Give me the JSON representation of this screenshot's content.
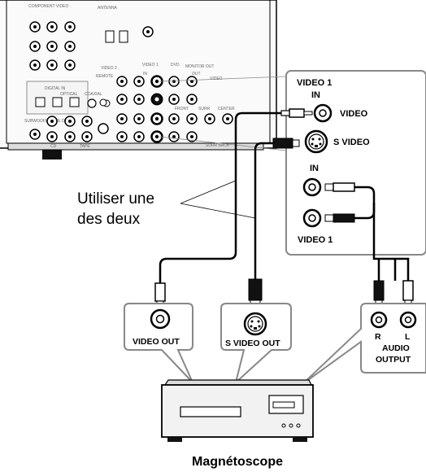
{
  "receiver": {
    "labels": {
      "component_video": "COMPONENT VIDEO",
      "antenna": "ANTENNA",
      "digital_in": "DIGITAL IN",
      "optical": "OPTICAL",
      "coaxial": "COAXIAL",
      "subwoofer": "SUBWOOFER PRE OUT",
      "cd": "CD",
      "tape": "TAPE",
      "video2": "VIDEO 2",
      "video1": "VIDEO 1",
      "dvd": "DVD",
      "monitor_out": "MONITOR OUT",
      "video": "VIDEO",
      "in": "IN",
      "out": "OUT",
      "remote": "REMOTE",
      "front": "FRONT",
      "surr": "SURR",
      "center": "CENTER",
      "surr_back": "SURR BACK"
    }
  },
  "video1_panel": {
    "title": "VIDEO 1",
    "in_label": "IN",
    "video_label": "VIDEO",
    "svideo_label": "S VIDEO",
    "audio_in_label": "IN",
    "bottom_label": "VIDEO 1"
  },
  "note": {
    "line1": "Utiliser une",
    "line2": "des deux"
  },
  "callouts": {
    "video_out": "VIDEO OUT",
    "svideo_out": "S VIDEO OUT",
    "audio_r": "R",
    "audio_l": "L",
    "audio_output_1": "AUDIO",
    "audio_output_2": "OUTPUT"
  },
  "device": {
    "name": "Magnétoscope"
  },
  "colors": {
    "panel_border": "#888888",
    "line": "#000000",
    "device_fill": "#f2f2f2"
  }
}
